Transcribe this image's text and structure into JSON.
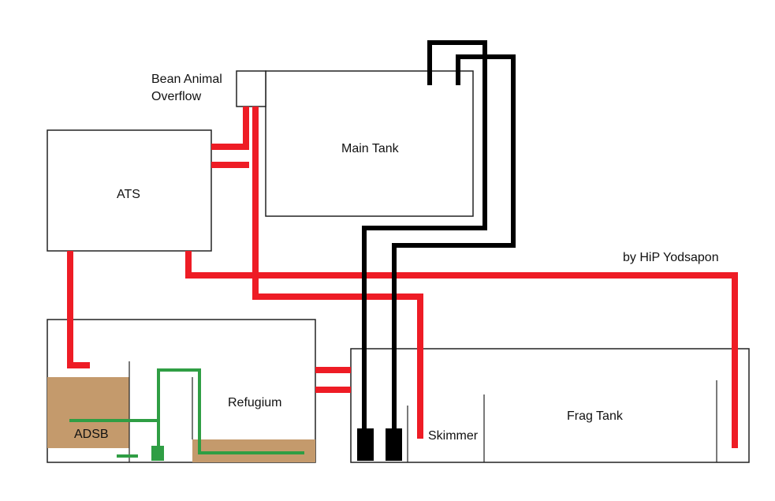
{
  "labels": {
    "overflow_line1": "Bean Animal",
    "overflow_line2": "Overflow",
    "main_tank": "Main Tank",
    "ats": "ATS",
    "credit": "by HiP Yodsapon",
    "refugium": "Refugium",
    "adsb": "ADSB",
    "skimmer": "Skimmer",
    "frag_tank": "Frag Tank"
  },
  "colors": {
    "red_pipe": "#ee1c25",
    "black_pipe": "#000000",
    "green_pipe": "#2f9e44",
    "sand": "#c49a6c",
    "outline": "#222222"
  }
}
